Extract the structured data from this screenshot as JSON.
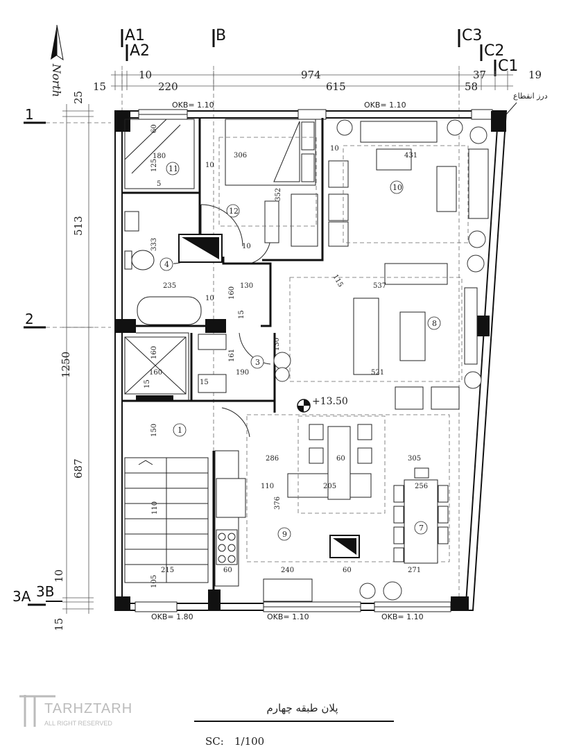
{
  "grid_labels": {
    "top": [
      "A1",
      "A2",
      "B",
      "C3",
      "C2",
      "C1"
    ],
    "left": [
      "1",
      "2",
      "3A",
      "3B"
    ]
  },
  "north_label": "North",
  "dims_top_row1": [
    "15",
    "10",
    "974",
    "37",
    "19"
  ],
  "dims_top_row2": [
    "220",
    "615",
    "58"
  ],
  "dims_left_outer": [
    "1250"
  ],
  "dims_left_inner": [
    "25",
    "513",
    "687",
    "10",
    "15"
  ],
  "okb": {
    "top_left": "OKB= 1.10",
    "top_right": "OKB= 1.10",
    "bottom_left": "OKB= 1.80",
    "bottom_mid": "OKB= 1.10",
    "bottom_right": "OKB= 1.10"
  },
  "joint_label": "درز انقطاع",
  "level_mark": "+13.50",
  "room_numbers": [
    "1",
    "3",
    "4",
    "7",
    "8",
    "9",
    "10",
    "11",
    "12"
  ],
  "interior_dims": [
    "60",
    "180",
    "125",
    "5",
    "10",
    "306",
    "10",
    "352",
    "431",
    "10",
    "333",
    "235",
    "130",
    "160",
    "10",
    "15",
    "537",
    "115",
    "160",
    "161",
    "190",
    "130",
    "160",
    "15",
    "15",
    "521",
    "150",
    "286",
    "60",
    "305",
    "110",
    "205",
    "256",
    "376",
    "215",
    "60",
    "240",
    "60",
    "271",
    "105",
    "110"
  ],
  "title": "پلان طبقه چهارم",
  "scale_label": "SC:",
  "scale_value": "1/100",
  "logo_text": "TARHZTARH",
  "logo_sub": "ALL RIGHT RESERVED"
}
